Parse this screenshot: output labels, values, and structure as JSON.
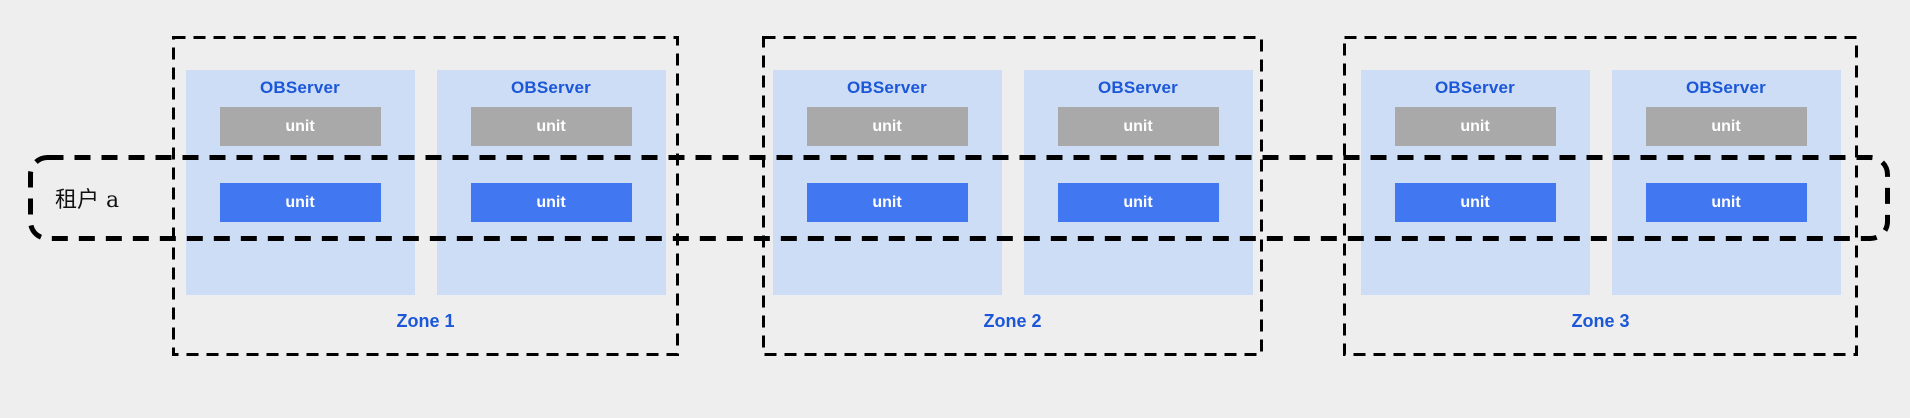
{
  "diagram": {
    "tenant": {
      "label": "租户 a"
    },
    "zones": [
      {
        "label": "Zone 1",
        "servers": [
          {
            "title": "OBServer",
            "units": [
              {
                "label": "unit",
                "color": "gray"
              },
              {
                "label": "unit",
                "color": "blue"
              }
            ]
          },
          {
            "title": "OBServer",
            "units": [
              {
                "label": "unit",
                "color": "gray"
              },
              {
                "label": "unit",
                "color": "blue"
              }
            ]
          }
        ]
      },
      {
        "label": "Zone 2",
        "servers": [
          {
            "title": "OBServer",
            "units": [
              {
                "label": "unit",
                "color": "gray"
              },
              {
                "label": "unit",
                "color": "blue"
              }
            ]
          },
          {
            "title": "OBServer",
            "units": [
              {
                "label": "unit",
                "color": "gray"
              },
              {
                "label": "unit",
                "color": "blue"
              }
            ]
          }
        ]
      },
      {
        "label": "Zone 3",
        "servers": [
          {
            "title": "OBServer",
            "units": [
              {
                "label": "unit",
                "color": "gray"
              },
              {
                "label": "unit",
                "color": "blue"
              }
            ]
          },
          {
            "title": "OBServer",
            "units": [
              {
                "label": "unit",
                "color": "gray"
              },
              {
                "label": "unit",
                "color": "blue"
              }
            ]
          }
        ]
      }
    ],
    "colors": {
      "background": "#eeeeee",
      "server_box": "#cdddf6",
      "unit_gray": "#a9a9a9",
      "unit_blue": "#4277f2",
      "label_blue": "#1b57d8",
      "dashed_line": "#000000"
    }
  }
}
